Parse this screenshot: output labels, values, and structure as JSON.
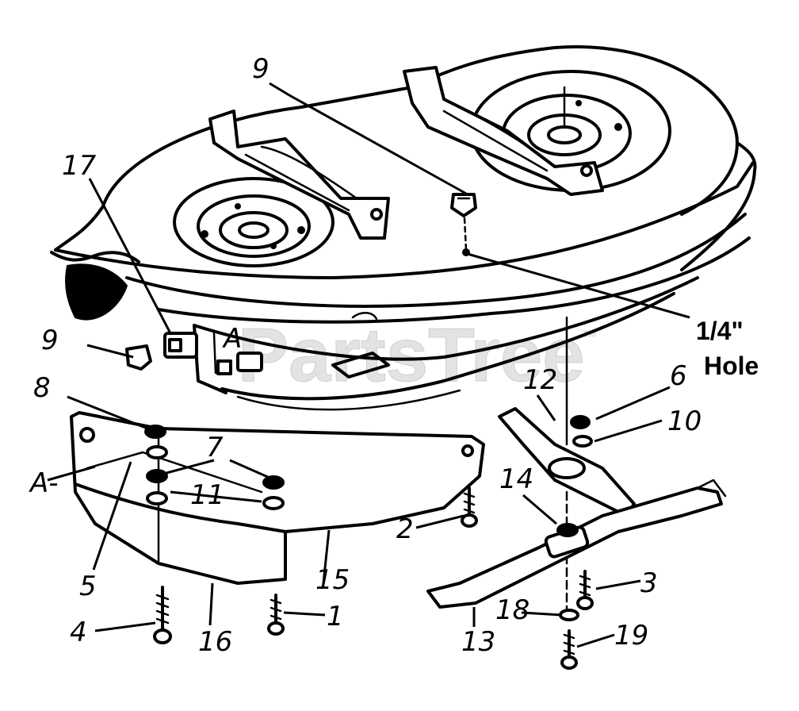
{
  "watermark": {
    "text": "PartsTree",
    "tm": "TM"
  },
  "callouts": {
    "c1": "1",
    "c2": "2",
    "c3": "3",
    "c4": "4",
    "c5": "5",
    "c6": "6",
    "c7": "7",
    "c8": "8",
    "c9a": "9",
    "c9b": "9",
    "c10": "10",
    "c11": "11",
    "c12": "12",
    "c13": "13",
    "c14": "14",
    "c15": "15",
    "c16": "16",
    "c17": "17",
    "c18": "18",
    "c19": "19"
  },
  "section_marks": {
    "a_upper": "A",
    "a_lower": "A-"
  },
  "hole_note": {
    "line1": "1/4\"",
    "line2": "Hole"
  }
}
